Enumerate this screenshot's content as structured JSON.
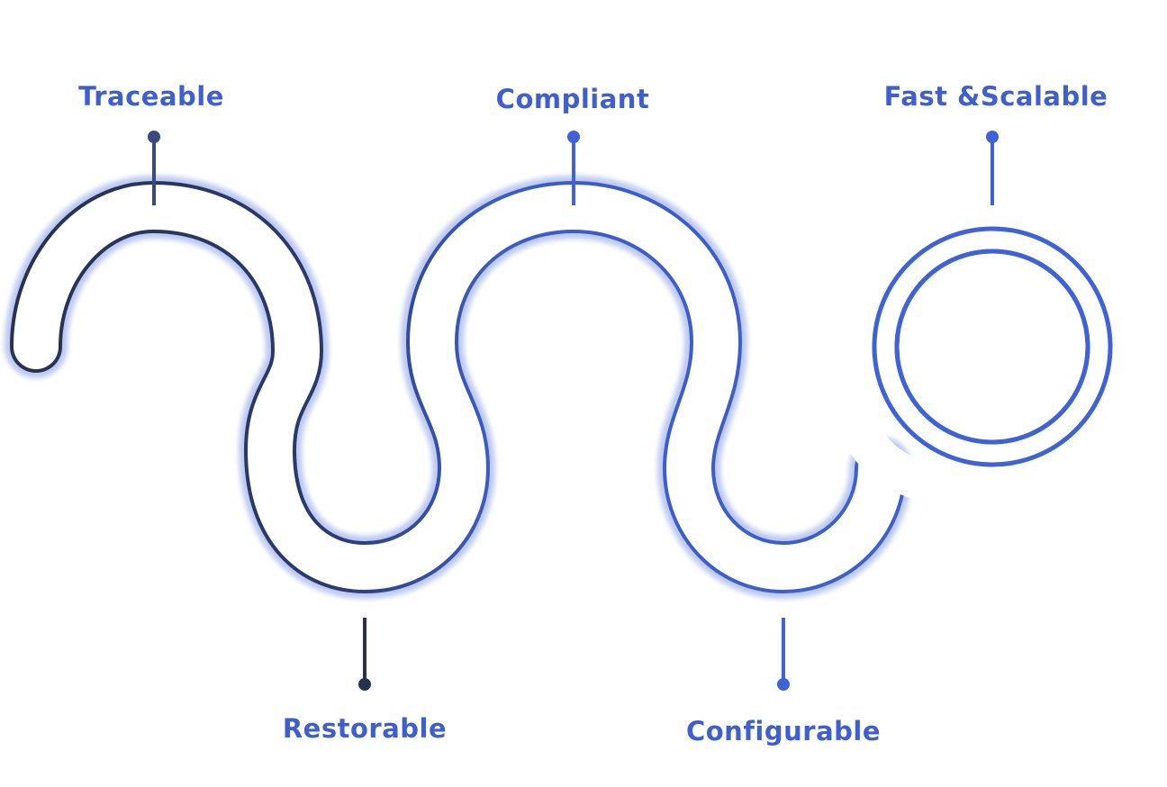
{
  "features": {
    "traceable": {
      "label": "Traceable"
    },
    "compliant": {
      "label": "Compliant"
    },
    "fast_scalable": {
      "label": "Fast &Scalable"
    },
    "restorable": {
      "label": "Restorable"
    },
    "configurable": {
      "label": "Configurable"
    }
  },
  "colors": {
    "label_blue": "#3f5fcf",
    "stroke_dark": "#27324f",
    "stroke_blue": "#3f63d6"
  }
}
